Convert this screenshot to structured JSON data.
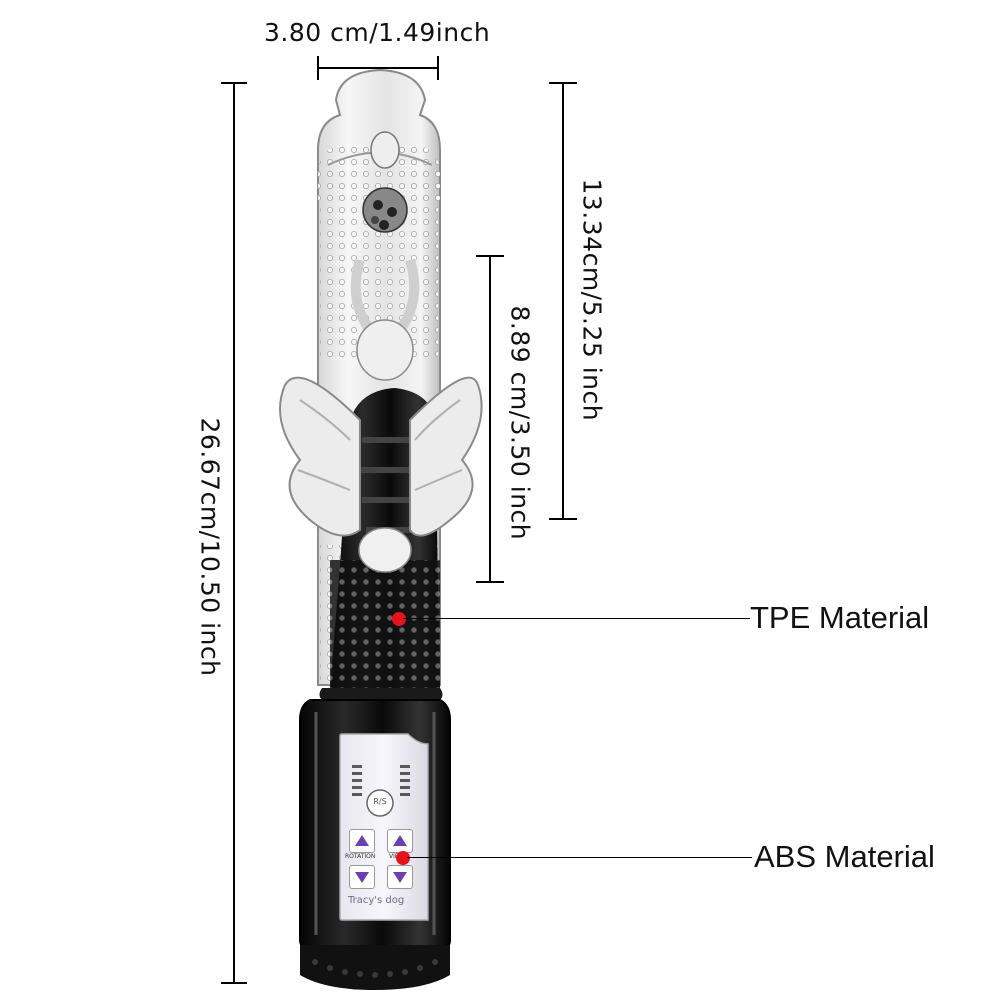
{
  "dimensions": {
    "width_label": "3.80 cm/1.49inch",
    "total_length_label": "26.67cm/10.50 inch",
    "insertable_label": "13.34cm/5.25 inch",
    "shaft_label": "8.89 cm/3.50 inch"
  },
  "callouts": {
    "tpe": "TPE Material",
    "abs": "ABS Material",
    "dot_color": "#e8121b"
  },
  "control_panel": {
    "logo": "R/S",
    "left_button_label": "ROTATION",
    "right_button_label": "VIBRA",
    "brand": "Tracy's dog"
  }
}
